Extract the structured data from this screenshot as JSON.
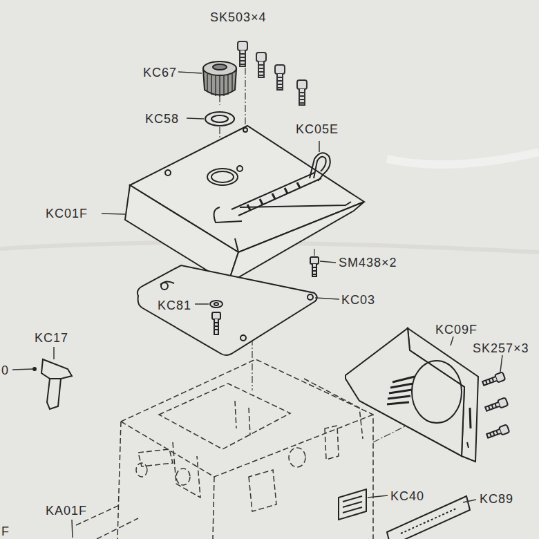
{
  "diagram": {
    "labels": [
      "SK503×4",
      "KC67",
      "KC58",
      "KC05E",
      "KC01F",
      "SM438×2",
      "KC81",
      "KC03",
      "KC17",
      "0",
      "KC09F",
      "SK257×3",
      "KA01F",
      "KC40",
      "KC89",
      "F"
    ]
  }
}
